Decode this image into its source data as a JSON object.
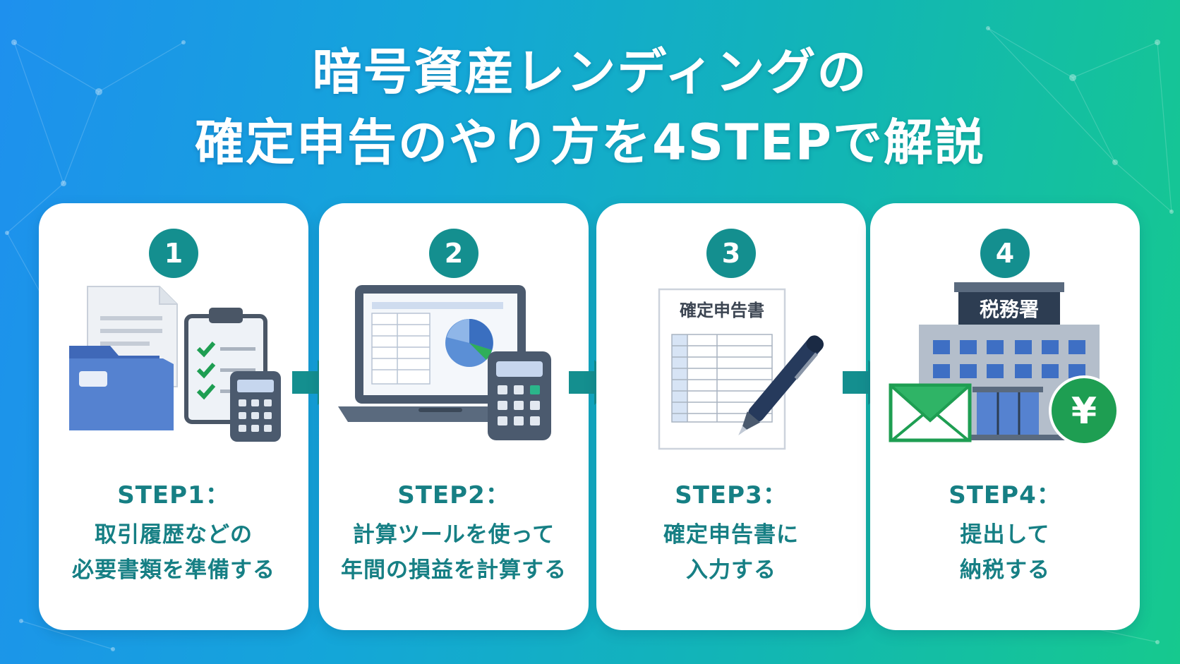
{
  "title": {
    "line1": "暗号資産レンディングの",
    "line2": "確定申告のやり方を4STEPで解説"
  },
  "steps": [
    {
      "number": "1",
      "label": "STEP1：",
      "desc_line1": "取引履歴などの",
      "desc_line2": "必要書類を準備する"
    },
    {
      "number": "2",
      "label": "STEP2：",
      "desc_line1": "計算ツールを使って",
      "desc_line2": "年間の損益を計算する"
    },
    {
      "number": "3",
      "label": "STEP3：",
      "desc_line1": "確定申告書に",
      "desc_line2": "入力する",
      "form_title": "確定申告書"
    },
    {
      "number": "4",
      "label": "STEP4：",
      "desc_line1": "提出して",
      "desc_line2": "納税する",
      "building_sign": "税務署",
      "yen_symbol": "¥"
    }
  ],
  "icons": {
    "step1": [
      "document-icon",
      "folder-icon",
      "checklist-clipboard-icon",
      "calculator-icon"
    ],
    "step2": [
      "laptop-icon",
      "spreadsheet-icon",
      "pie-chart-icon",
      "calculator-icon"
    ],
    "step3": [
      "tax-form-icon",
      "pen-icon"
    ],
    "step4": [
      "tax-office-building-icon",
      "envelope-icon",
      "yen-coin-icon"
    ],
    "connectors": "arrow-right-icon"
  },
  "colors": {
    "accent_teal": "#148f8f",
    "text_teal": "#167f84",
    "blue_icon": "#4a78c8",
    "green_icon": "#1e9e52",
    "gradient_start": "#1e90ee",
    "gradient_end": "#16c98e"
  }
}
